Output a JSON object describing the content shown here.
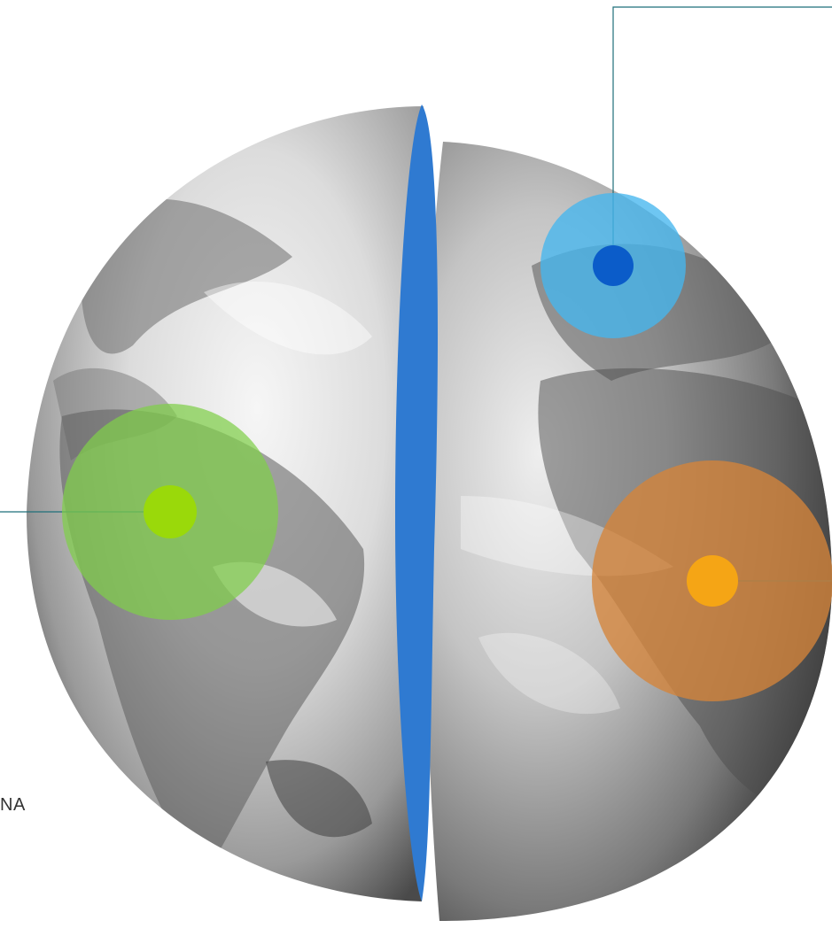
{
  "diagram": {
    "subject": "earth-globe-split-hemispheres",
    "fragment_text": "NA",
    "colors": {
      "background": "#ffffff",
      "divider": "#2f7ad1",
      "leader_line": "#1f6f7a",
      "fragment_text": "#333333"
    },
    "markers": [
      {
        "id": "europe",
        "halo": "#45b6ee",
        "dot": "#0b5cc9"
      },
      {
        "id": "south-america",
        "halo": "#7fcf4a",
        "dot": "#9ad90a"
      },
      {
        "id": "africa",
        "halo": "#d5843a",
        "dot": "#f5a515"
      }
    ]
  }
}
